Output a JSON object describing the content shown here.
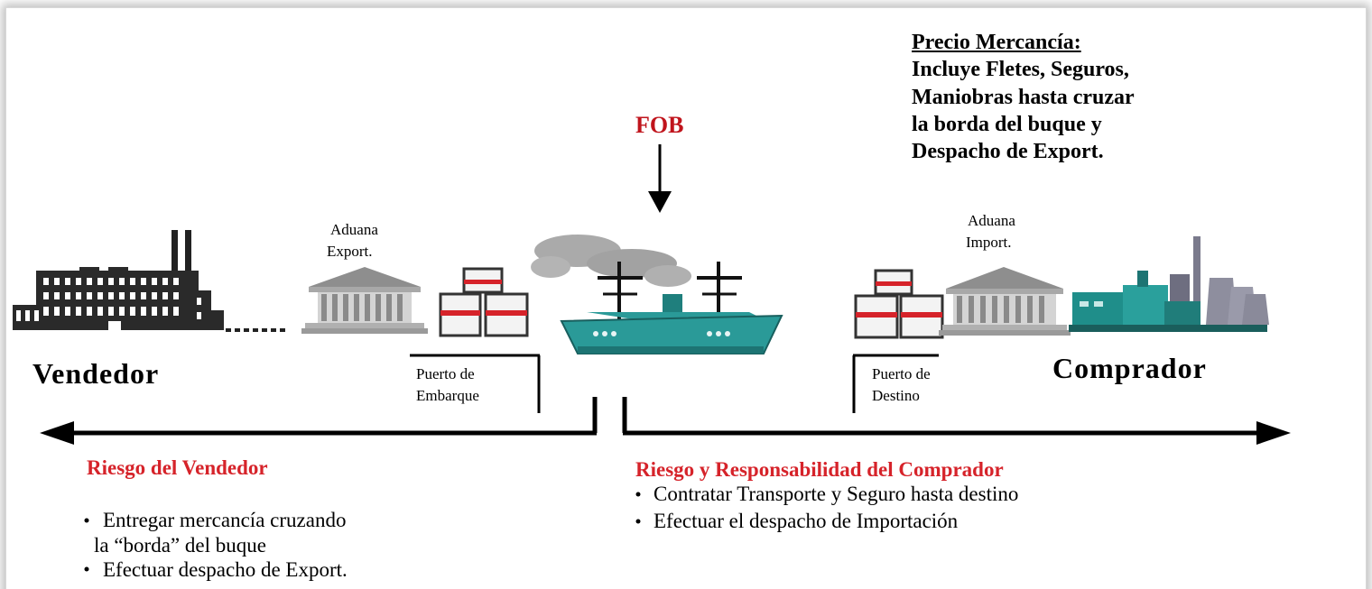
{
  "price_note": {
    "title": "Precio Mercancía:",
    "lines": [
      "Incluye Fletes, Seguros,",
      "Maniobras hasta cruzar",
      "la borda del buque  y",
      "Despacho  de  Export."
    ]
  },
  "fob_label": "FOB",
  "customs_export": [
    "Aduana",
    "Export."
  ],
  "customs_import": [
    "Aduana",
    "Import."
  ],
  "port_origin": [
    "Puerto de",
    "Embarque"
  ],
  "port_destination": [
    "Puerto de",
    "Destino"
  ],
  "seller_label": "Vendedor",
  "buyer_label": "Comprador",
  "seller_risk": {
    "title": "Riesgo del Vendedor",
    "bullets": [
      "Entregar mercancía cruzando",
      "la “borda” del buque",
      "Efectuar despacho de Export."
    ]
  },
  "buyer_risk": {
    "title": "Riesgo y Responsabilidad del Comprador",
    "bullets": [
      "Contratar Transporte y Seguro hasta destino",
      "Efectuar el despacho de Importación"
    ]
  },
  "colors": {
    "accent_red": "#d6232a",
    "ship_teal": "#2a9a98",
    "building_gray": "#9a9a9a"
  }
}
